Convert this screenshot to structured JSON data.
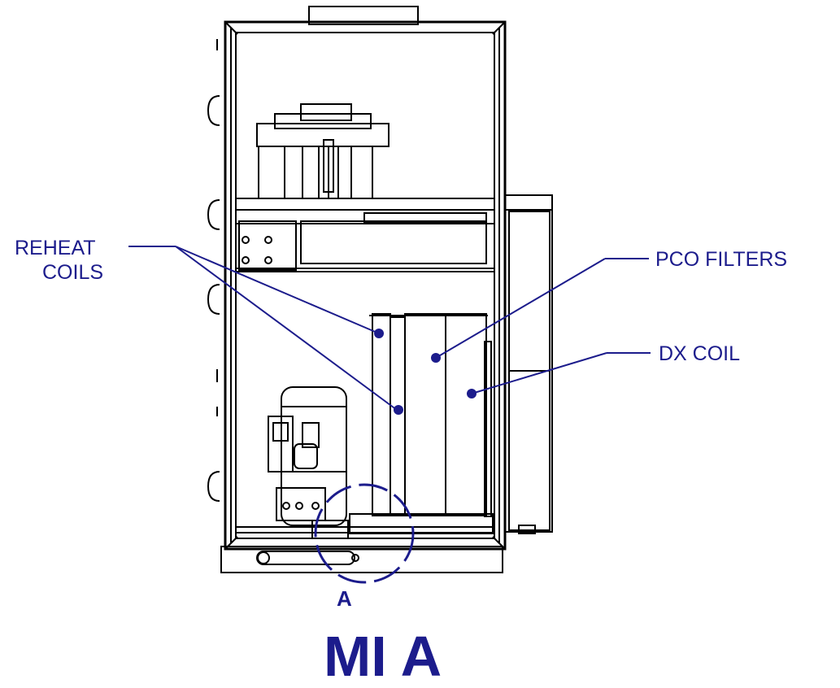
{
  "labels": {
    "reheat_line1": "REHEAT",
    "reheat_line2": "COILS",
    "pco_filters": "PCO FILTERS",
    "dx_coil": "DX COIL",
    "detail_marker": "A",
    "view_title": "MI A"
  },
  "colors": {
    "callout": "#1c1c8c",
    "drawing": "#000000",
    "background": "#ffffff"
  }
}
